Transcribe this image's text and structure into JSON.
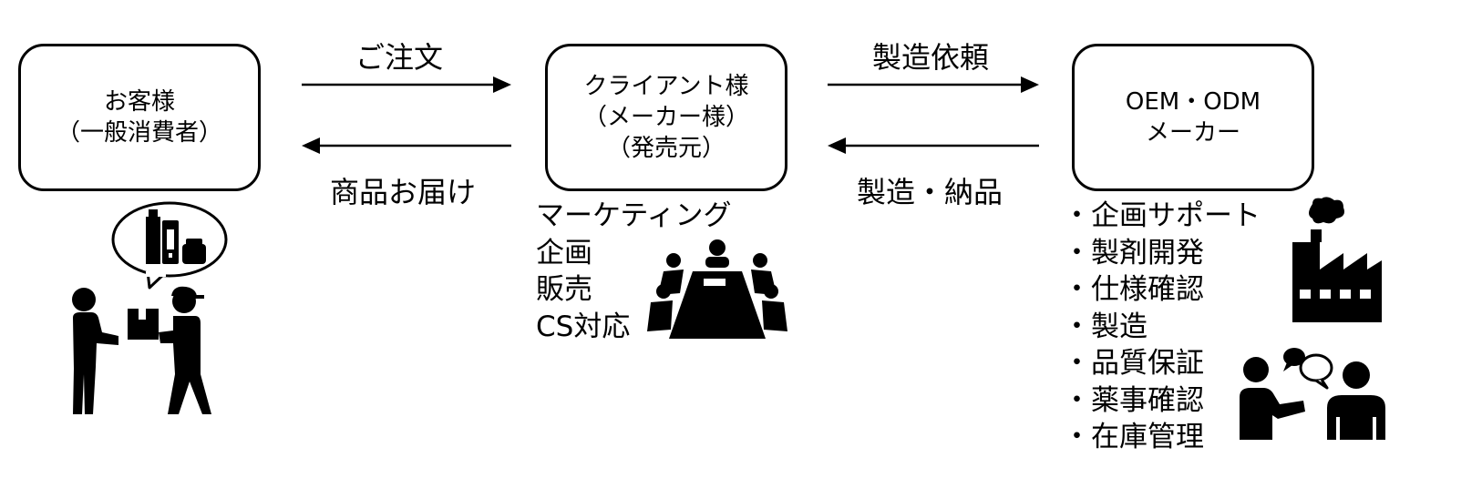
{
  "nodes": {
    "customer": {
      "line1": "お客様",
      "line2": "（一般消費者）"
    },
    "client": {
      "line1": "クライアント様",
      "line2": "（メーカー様）",
      "line3": "（発売元）"
    },
    "oem": {
      "line1": "OEM・ODM",
      "line2": "メーカー"
    }
  },
  "arrows": {
    "order": "ご注文",
    "delivery": "商品お届け",
    "manufacture_request": "製造依頼",
    "manufacture_delivery": "製造・納品"
  },
  "client_roles": [
    "マーケティング",
    "企画",
    "販売",
    "CS対応"
  ],
  "oem_roles": [
    "・企画サポート",
    "・製剤開発",
    "・仕様確認",
    "・製造",
    "・品質保証",
    "・薬事確認",
    "・在庫管理"
  ],
  "icons": [
    "delivery-person-icon",
    "customer-person-icon",
    "cosmetics-speech-bubble-icon",
    "meeting-table-icon",
    "factory-icon",
    "consultation-people-icon"
  ],
  "colors": {
    "line": "#000000",
    "background": "#ffffff"
  }
}
